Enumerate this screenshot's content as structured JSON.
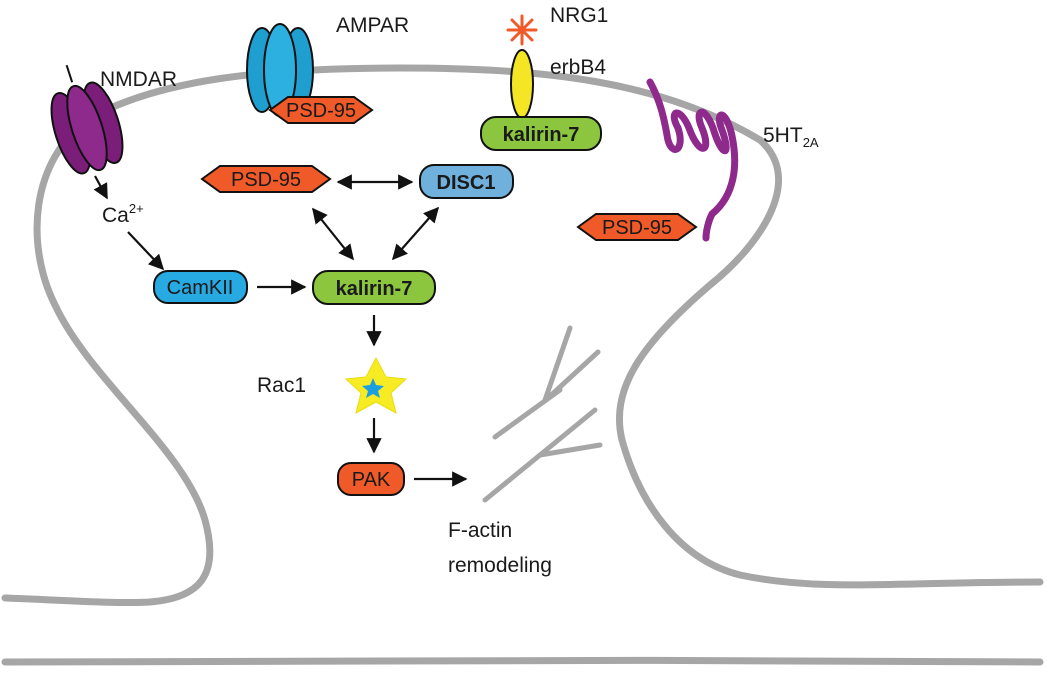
{
  "receptors": {
    "nmdar": "NMDAR",
    "ampar": "AMPAR",
    "nrg1": "NRG1",
    "erbb4": "erbB4",
    "ht_main": "5HT",
    "ht_sub": "2A"
  },
  "nodes": {
    "psd95_ampar": "PSD-95",
    "kalirin_membrane": "kalirin-7",
    "psd95_left": "PSD-95",
    "disc1": "DISC1",
    "psd95_right": "PSD-95",
    "camkii": "CamKII",
    "kalirin_center": "kalirin-7",
    "pak": "PAK"
  },
  "labels": {
    "ca_main": "Ca",
    "ca_sup": "2+",
    "rac1": "Rac1",
    "factin_line1": "F-actin",
    "factin_line2": "remodeling"
  },
  "colors": {
    "membrane": "#a6a6a6",
    "receptor_purple": "#7b1e7a",
    "ampar_blue": "#1f9fd0",
    "psd_orange": "#f05a28",
    "kalirin_green": "#8cc63f",
    "camkii_blue": "#27a9e1",
    "disc1_blue": "#6fb0dc",
    "erbb4_yellow": "#f4e525",
    "star_yellow": "#f7ec24",
    "star_blue": "#1b9fe0"
  }
}
